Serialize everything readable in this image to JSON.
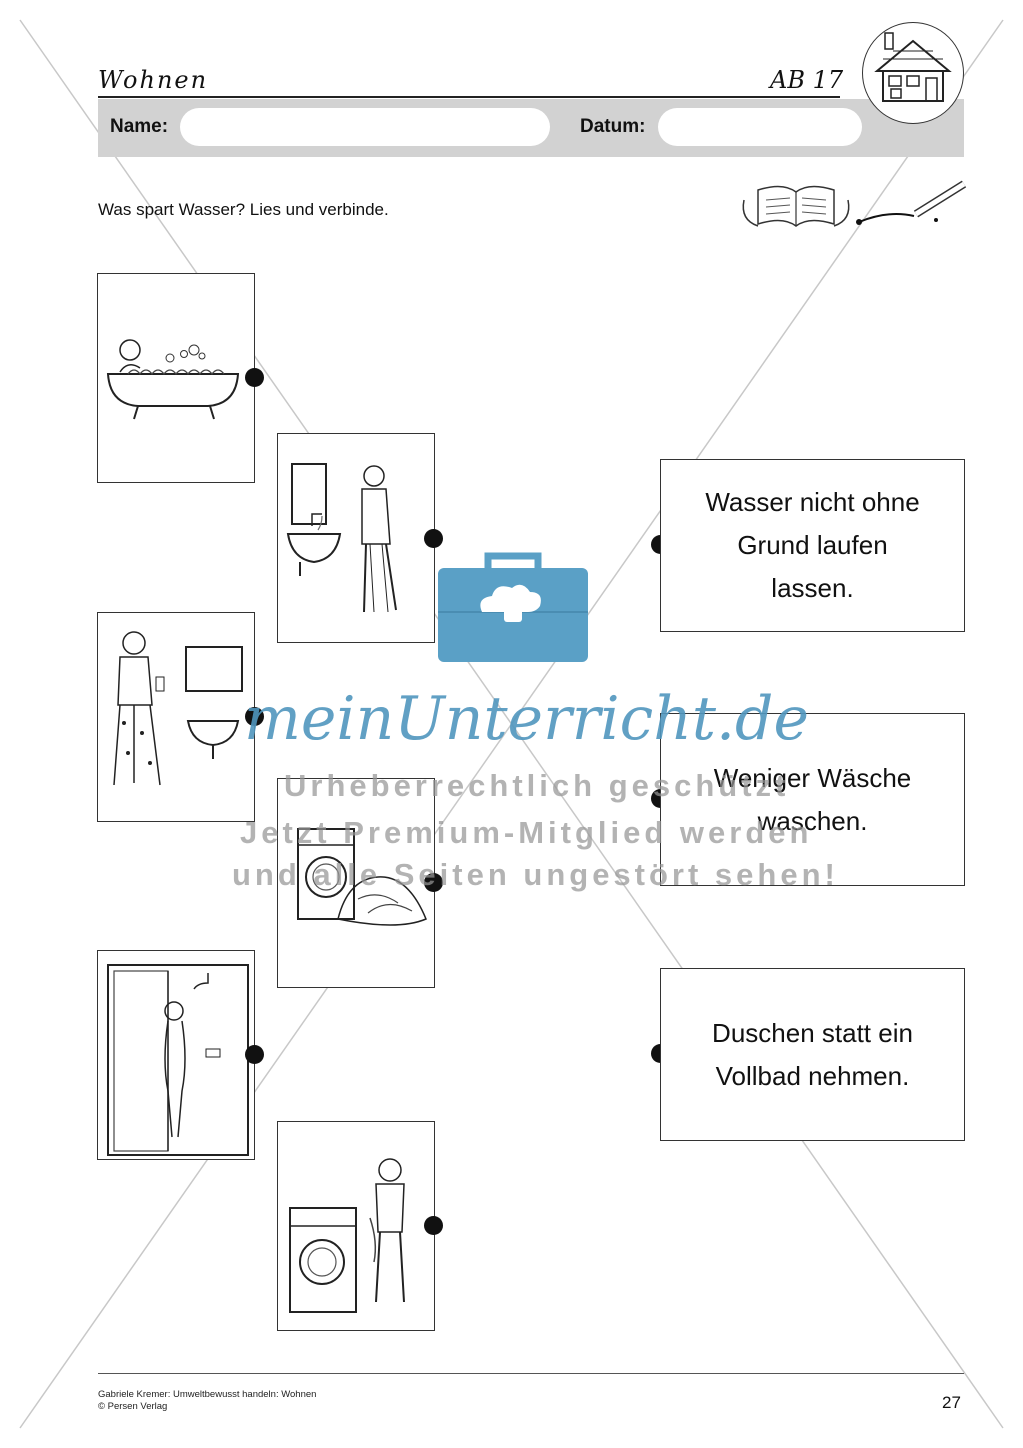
{
  "header": {
    "title": "Wohnen",
    "sheet": "AB 17"
  },
  "form": {
    "name_label": "Name:",
    "date_label": "Datum:"
  },
  "instruction": "Was spart Wasser? Lies und verbinde.",
  "pictures": [
    {
      "icon": "bathtub-child-icon"
    },
    {
      "icon": "tooth-brushing-boy-tap-running-icon"
    },
    {
      "icon": "tooth-brushing-girl-cup-icon"
    },
    {
      "icon": "washing-machine-laundry-pile-icon"
    },
    {
      "icon": "shower-cabin-icon"
    },
    {
      "icon": "washing-machine-boy-icon"
    }
  ],
  "answers": [
    {
      "line1": "Wasser nicht ohne",
      "line2": "Grund laufen",
      "line3": "lassen."
    },
    {
      "line1": "Weniger Wäsche",
      "line2": "waschen."
    },
    {
      "line1": "Duschen statt ein",
      "line2": "Vollbad nehmen."
    }
  ],
  "watermark": {
    "logo": "meinUnterricht.de",
    "line1": "Urheberrechtlich geschützt",
    "line2": "Jetzt Premium-Mitglied werden",
    "line3": "und alle Seiten ungestört sehen!",
    "color": "#5aa0c6"
  },
  "footer": {
    "credit": "Gabriele Kremer: Umweltbewusst handeln: Wohnen",
    "publisher": "© Persen Verlag",
    "page": "27"
  }
}
